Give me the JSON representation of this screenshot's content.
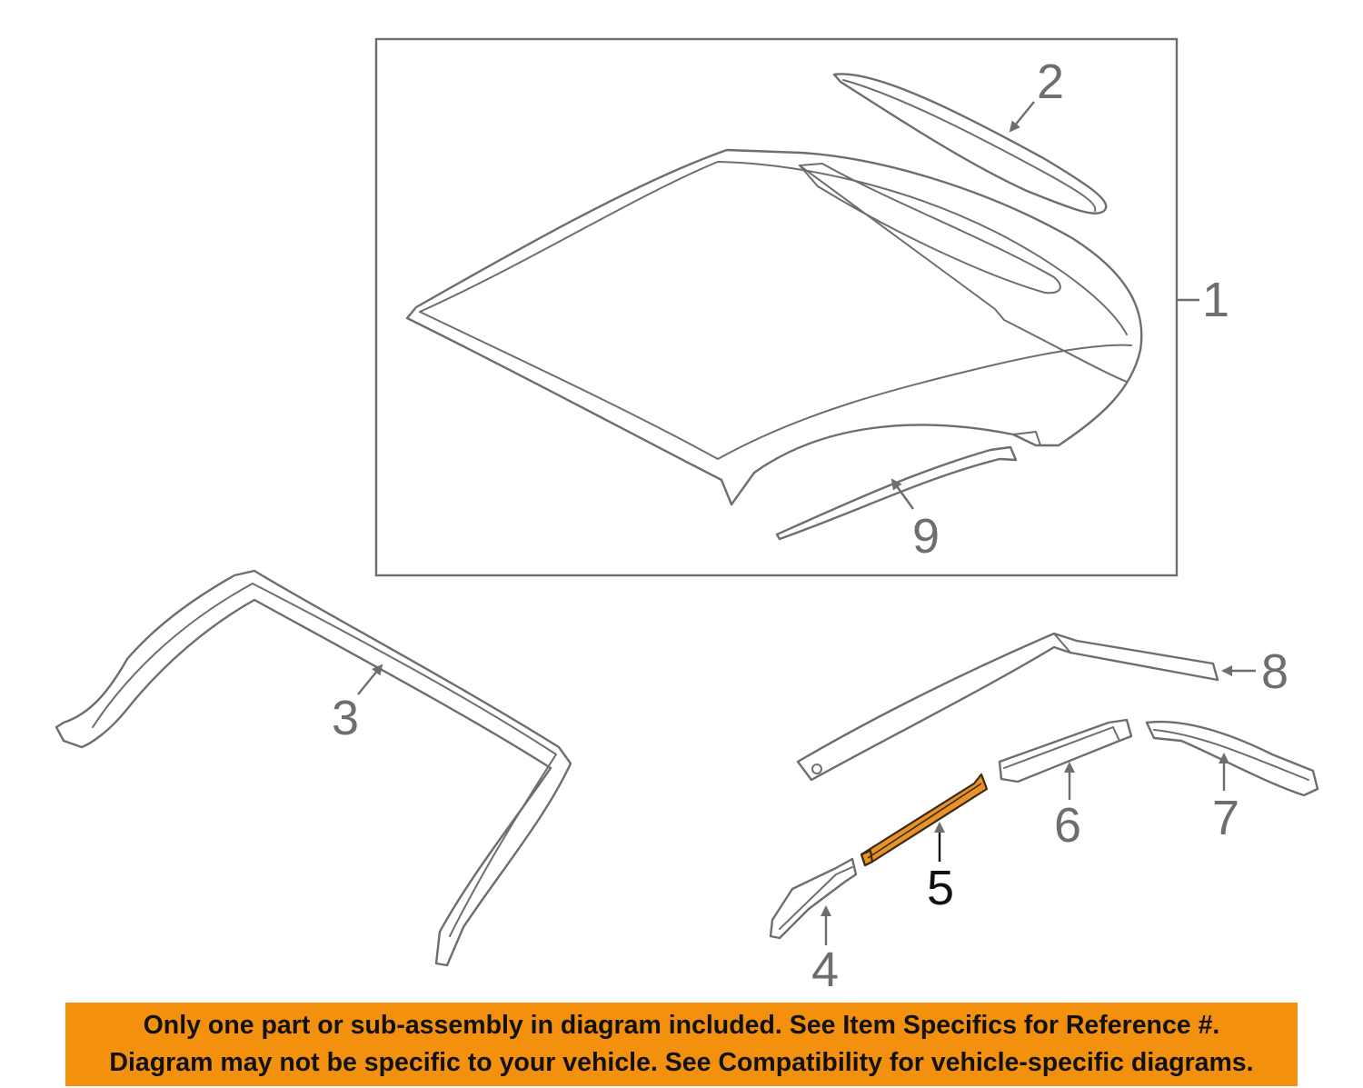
{
  "callouts": {
    "c1": "1",
    "c2": "2",
    "c3": "3",
    "c4": "4",
    "c5": "5",
    "c6": "6",
    "c7": "7",
    "c8": "8",
    "c9": "9"
  },
  "highlighted_part": "5",
  "colors": {
    "banner": "#f3900e",
    "highlight": "#e8922a",
    "linework": "#6e6e6e"
  },
  "banner": {
    "line1": "Only one part or sub-assembly in diagram included. See Item Specifics for Reference #.",
    "line2": "Diagram may not be specific to your vehicle. See Compatibility for vehicle-specific diagrams."
  }
}
